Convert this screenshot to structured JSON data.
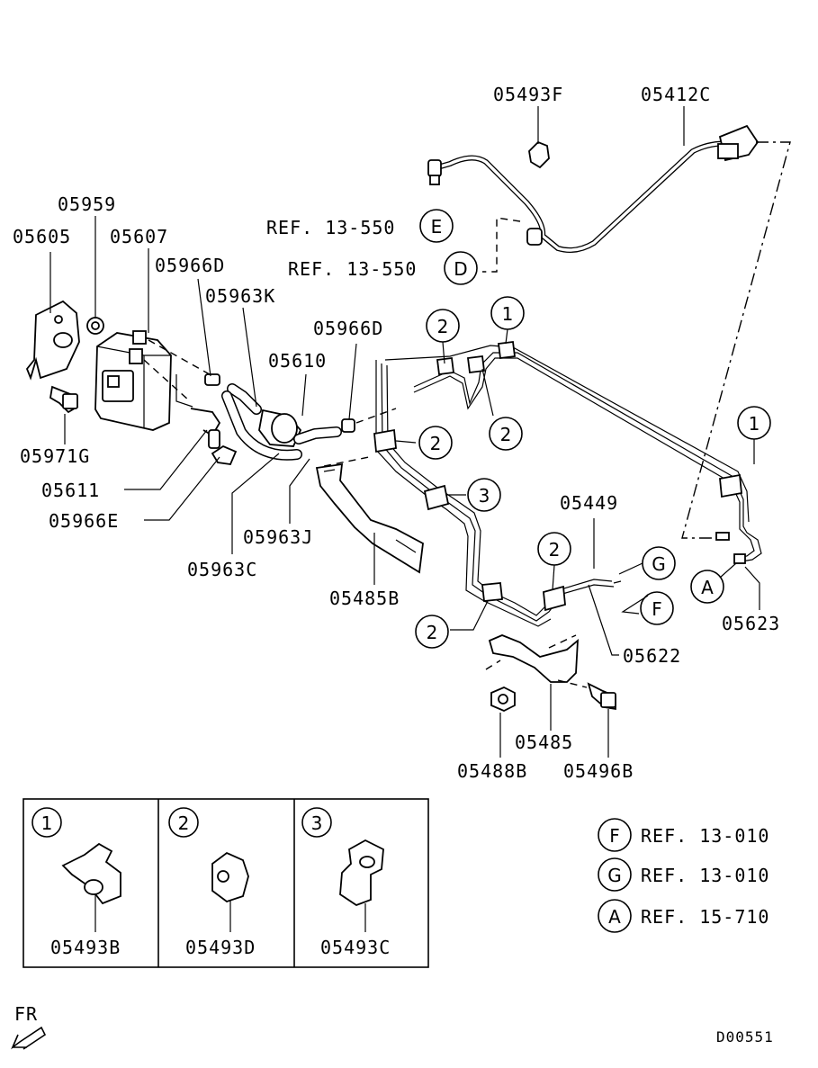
{
  "labels": {
    "p05493F": "05493F",
    "p05412C": "05412C",
    "p05959": "05959",
    "p05605": "05605",
    "p05607": "05607",
    "p05966D_a": "05966D",
    "p05963K": "05963K",
    "p05966D_b": "05966D",
    "p05610": "05610",
    "p05971G": "05971G",
    "p05611": "05611",
    "p05966E": "05966E",
    "p05963C": "05963C",
    "p05963J": "05963J",
    "p05485B": "05485B",
    "p05449": "05449",
    "p05623": "05623",
    "p05622": "05622",
    "p05485": "05485",
    "p05488B": "05488B",
    "p05496B": "05496B",
    "p05493B": "05493B",
    "p05493D": "05493D",
    "p05493C": "05493C",
    "refE": "REF. 13-550",
    "refD": "REF. 13-550",
    "refF": "REF. 13-010",
    "refG": "REF. 13-010",
    "refA": "REF. 15-710",
    "fr": "FR",
    "code": "D00551"
  },
  "markers": {
    "one": "1",
    "two": "2",
    "three": "3",
    "A": "A",
    "D": "D",
    "E": "E",
    "F": "F",
    "G": "G"
  }
}
